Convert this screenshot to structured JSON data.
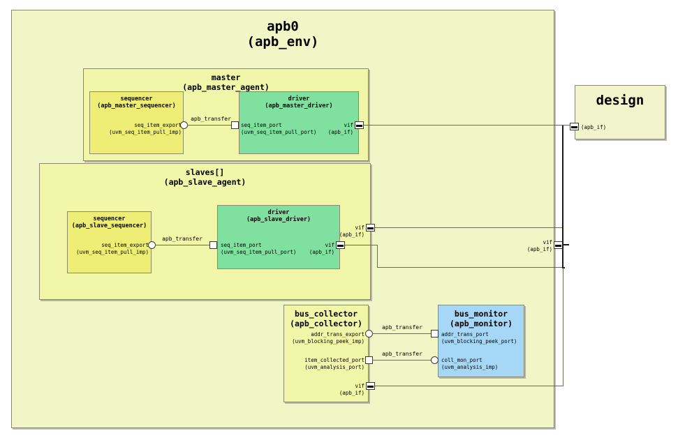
{
  "env": {
    "title": "apb0\n(apb_env)",
    "right_port": {
      "label": "vif\n(apb_if)",
      "icon": "interface-port-icon"
    }
  },
  "design": {
    "title": "design",
    "port_label": "(apb_if)",
    "port_icon": "interface-port-icon"
  },
  "master_agent": {
    "title": "master\n(apb_master_agent)",
    "sequencer": {
      "title": "sequencer\n(apb_master_sequencer)",
      "export_label": "seq_item_export\n(uvm_seq_item_pull_imp)",
      "export_icon": "export-circle-icon"
    },
    "driver": {
      "title": "driver\n(apb_master_driver)",
      "port_label": "seq_item_port\n(uvm_seq_item_pull_port)",
      "port_icon": "port-square-icon",
      "vif_label": "vif\n(apb_if)",
      "vif_icon": "interface-port-icon"
    },
    "connection_label": "apb_transfer"
  },
  "slave_agent": {
    "title": "slaves[]\n(apb_slave_agent)",
    "sequencer": {
      "title": "sequencer\n(apb_slave_sequencer)",
      "export_label": "seq_item_export\n(uvm_seq_item_pull_imp)",
      "export_icon": "export-circle-icon"
    },
    "driver": {
      "title": "driver\n(apb_slave_driver)",
      "port_label": "seq_item_port\n(uvm_seq_item_pull_port)",
      "port_icon": "port-square-icon",
      "vif_label": "vif\n(apb_if)",
      "vif_icon": "interface-port-icon"
    },
    "connection_label": "apb_transfer",
    "agent_vif_label": "vif\n(apb_if)",
    "agent_vif_icon": "interface-port-icon"
  },
  "collector": {
    "title": "bus_collector\n(apb_collector)",
    "addr_trans_export": "addr_trans_export\n(uvm_blocking_peek_imp)",
    "addr_trans_export_icon": "export-circle-icon",
    "item_collected_port": "item_collected_port\n(uvm_analysis_port)",
    "item_collected_port_icon": "port-square-icon",
    "vif_label": "vif\n(apb_if)",
    "vif_icon": "interface-port-icon"
  },
  "monitor": {
    "title": "bus_monitor\n(apb_monitor)",
    "addr_trans_port": "addr_trans_port\n(uvm_blocking_peek_port)",
    "addr_trans_port_icon": "port-square-icon",
    "coll_mon_port": "coll_mon_port\n(uvm_analysis_imp)",
    "coll_mon_port_icon": "export-circle-icon"
  },
  "wire_labels": {
    "collector_addr": "apb_transfer",
    "collector_item": "apb_transfer"
  },
  "colors": {
    "env_bg": "#f1f6c6",
    "agent_bg": "#f1f6a8",
    "sequencer_bg": "#eeee77",
    "driver_bg": "#7fe0a0",
    "monitor_bg": "#a6d7f7",
    "design_bg": "#f2f4cc",
    "border": "#8a8a6a",
    "wire": "#6b6b4e",
    "bus": "#1a1a1a"
  }
}
